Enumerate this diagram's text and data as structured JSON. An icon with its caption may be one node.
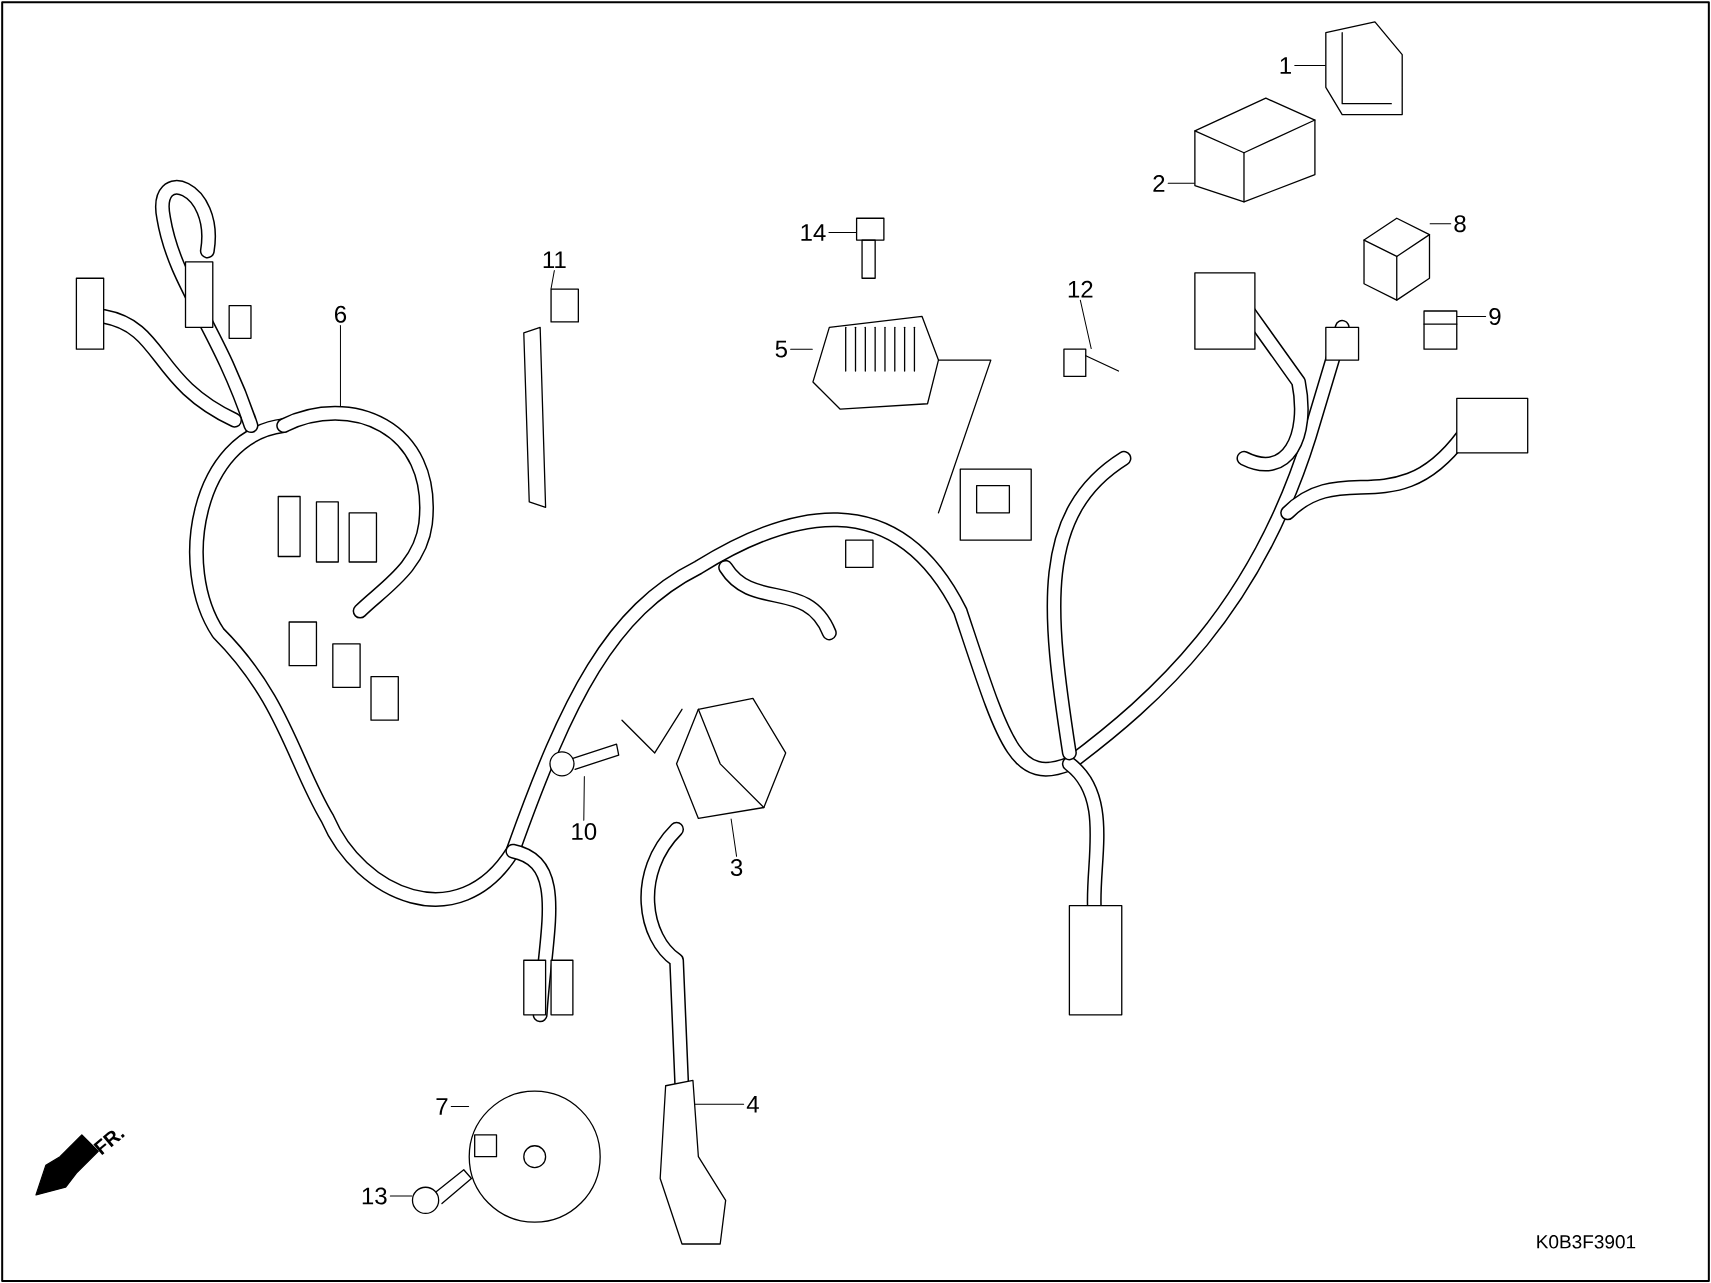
{
  "diagram": {
    "nodes": [
      {
        "text": [
          "1"
        ]
      },
      {
        "text": [
          "2"
        ]
      },
      {
        "text": [
          "3"
        ]
      },
      {
        "text": [
          "4"
        ]
      },
      {
        "text": [
          "5"
        ]
      },
      {
        "text": [
          "6"
        ]
      },
      {
        "text": [
          "7"
        ]
      },
      {
        "text": [
          "8"
        ]
      },
      {
        "text": [
          "9"
        ]
      },
      {
        "text": [
          "10"
        ]
      },
      {
        "text": [
          "11"
        ]
      },
      {
        "text": [
          "12"
        ]
      },
      {
        "text": [
          "13"
        ]
      },
      {
        "text": [
          "14"
        ]
      },
      {
        "text": [],
        "shape": "picture"
      },
      {
        "text": [],
        "shape": "picture"
      },
      {
        "text": [],
        "shape": "picture"
      },
      {
        "text": [],
        "shape": "picture"
      },
      {
        "text": [],
        "shape": "picture"
      },
      {
        "text": [],
        "shape": "picture"
      },
      {
        "text": [],
        "shape": "picture"
      },
      {
        "text": [],
        "shape": "picture"
      },
      {
        "text": [],
        "shape": "picture"
      },
      {
        "text": [],
        "shape": "picture"
      },
      {
        "text": [],
        "shape": "picture"
      },
      {
        "text": [],
        "shape": "picture"
      },
      {
        "text": [],
        "shape": "picture"
      }
    ],
    "edges": [
      {
        "from": 0,
        "to": 14,
        "arrow": "none"
      },
      {
        "from": 1,
        "to": 15,
        "arrow": "none"
      },
      {
        "from": 2,
        "to": 16,
        "arrow": "none"
      },
      {
        "from": 3,
        "to": 17,
        "arrow": "none"
      },
      {
        "from": 4,
        "to": 18,
        "arrow": "none"
      },
      {
        "from": 5,
        "to": null,
        "arrow": "none"
      },
      {
        "from": 6,
        "to": 19,
        "arrow": "none"
      },
      {
        "from": 7,
        "to": 20,
        "arrow": "none"
      },
      {
        "from": 8,
        "to": 21,
        "arrow": "none"
      },
      {
        "from": 9,
        "to": 22,
        "arrow": "none"
      },
      {
        "from": 10,
        "to": 23,
        "arrow": "none"
      },
      {
        "from": 11,
        "to": 24,
        "arrow": "none"
      },
      {
        "from": 12,
        "to": 25,
        "arrow": "none"
      },
      {
        "from": 13,
        "to": 26,
        "arrow": "none"
      }
    ],
    "labels": [
      "FR.",
      "K0B3F3901"
    ]
  }
}
